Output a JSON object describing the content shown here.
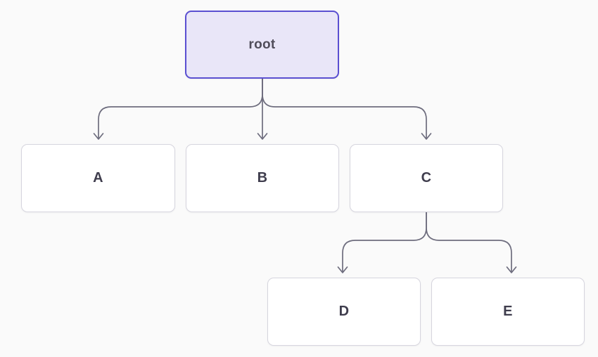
{
  "diagram": {
    "type": "tree",
    "nodes": {
      "root": {
        "label": "root"
      },
      "a": {
        "label": "A"
      },
      "b": {
        "label": "B"
      },
      "c": {
        "label": "C"
      },
      "d": {
        "label": "D"
      },
      "e": {
        "label": "E"
      }
    },
    "edges": [
      {
        "from": "root",
        "to": "A"
      },
      {
        "from": "root",
        "to": "B"
      },
      {
        "from": "root",
        "to": "C"
      },
      {
        "from": "C",
        "to": "D"
      },
      {
        "from": "C",
        "to": "E"
      }
    ],
    "colors": {
      "background": "#fafafa",
      "root_fill": "#e9e6f8",
      "root_border": "#5a4fd1",
      "node_fill": "#ffffff",
      "node_border": "#d6d5de",
      "edge_stroke": "#6e6d7e",
      "label_text": "#3f3d4d"
    }
  }
}
